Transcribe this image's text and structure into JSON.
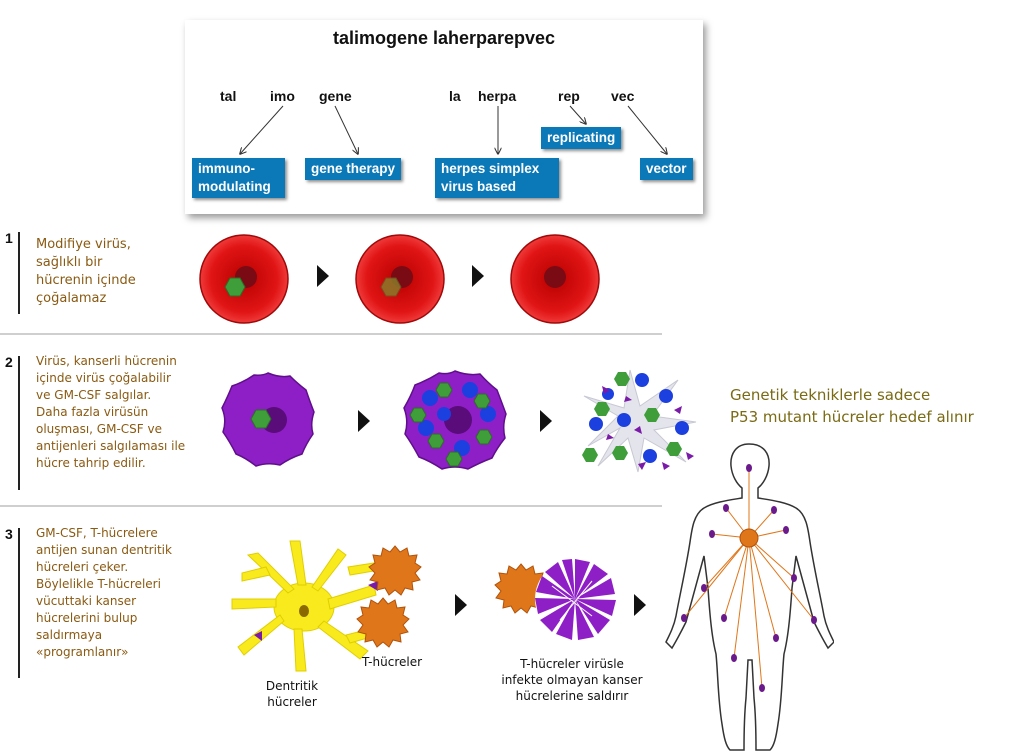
{
  "header": {
    "title": "talimogene laherparepvec",
    "syllables": [
      "tal",
      "imo",
      "gene",
      "la",
      "herpa",
      "rep",
      "vec"
    ],
    "boxes": {
      "immuno": [
        "immuno-",
        "modulating"
      ],
      "gene": "gene therapy",
      "herpes": [
        "herpes simplex",
        "virus based"
      ],
      "replicating": "replicating",
      "vector": "vector"
    }
  },
  "steps": [
    {
      "num": "1",
      "lines": [
        "Modifiye virüs,",
        "sağlıklı bir",
        "hücrenin içinde",
        "çoğalamaz"
      ]
    },
    {
      "num": "2",
      "lines": [
        "Virüs, kanserli hücrenin",
        "içinde virüs çoğalabilir",
        "ve GM-CSF salgılar.",
        "Daha fazla virüsün",
        "oluşması, GM-CSF ve",
        "antijenleri salgılaması ile",
        "hücre tahrip edilir."
      ]
    },
    {
      "num": "3",
      "lines": [
        "GM-CSF, T-hücrelere",
        "antijen sunan dentritik",
        "hücreleri çeker.",
        "Böylelikle T-hücreleri",
        "vücuttaki kanser",
        "hücrelerini bulup",
        "saldırmaya",
        "«programlanır»"
      ]
    }
  ],
  "genetic_note": [
    "Genetik tekniklerle sadece",
    "P53 mutant hücreler hedef alınır"
  ],
  "labels": {
    "dendritic": [
      "Dentritik",
      "hücreler"
    ],
    "tcells": "T-hücreler",
    "attack": [
      "T-hücreler virüsle",
      "infekte olmayan kanser",
      "hücrelerine saldırır"
    ]
  },
  "colors": {
    "box_blue": "#0b78b8",
    "step_text": "#8a5a12",
    "genetic_note": "#7a6a14",
    "cell_red": "#d41414",
    "cancer_purple": "#8e1fc7",
    "virus_green": "#2e8b2e",
    "gmcsf_blue": "#1c3fe0",
    "tcell_orange": "#e0761a",
    "dendritic_yellow": "#f8ea1c"
  }
}
